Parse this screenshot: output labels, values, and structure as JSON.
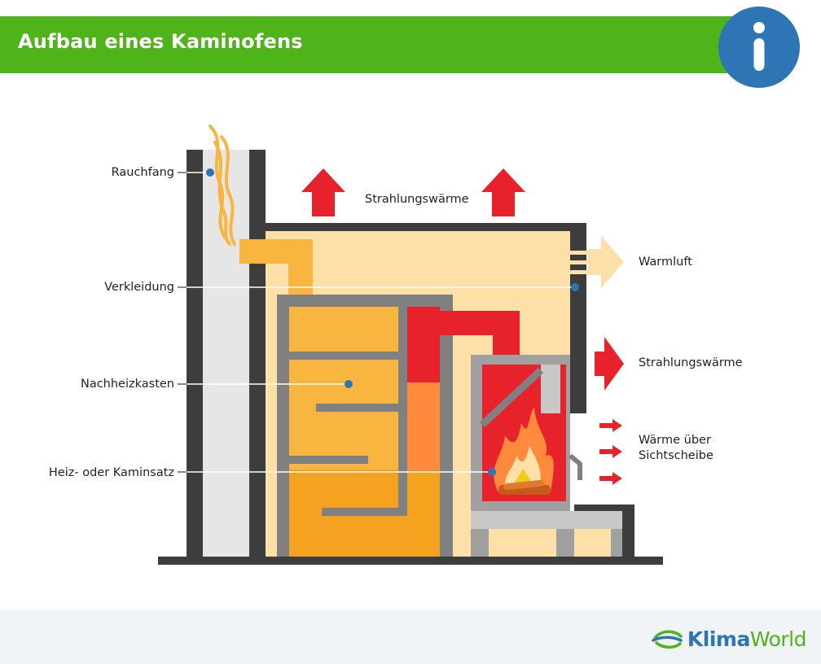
{
  "header": {
    "title": "Aufbau eines Kaminofens"
  },
  "labels": {
    "rauchfang": "Rauchfang",
    "verkleidung": "Verkleidung",
    "nachheizkasten": "Nachheizkasten",
    "heizsatz": "Heiz- oder Kaminsatz",
    "strahlung_top": "Strahlungswärme",
    "warmluft": "Warmluft",
    "strahlung_right": "Strahlungswärme",
    "waerme_line1": "Wärme über",
    "waerme_line2": "Sichtscheibe"
  },
  "brand": {
    "part1": "Klima",
    "part2": "World"
  },
  "icons": [
    "info-icon",
    "flame-icon",
    "smoke-icon",
    "brand-logo-icon"
  ],
  "colors": {
    "header_green": "#4fb31a",
    "info_blue": "#2e75b6",
    "wall_dark": "#3d3d3d",
    "chimney_fill": "#e6e6e6",
    "casing_fill": "#fde0a8",
    "box_fill": "#f8b540",
    "box_steel": "#808080",
    "hot_red": "#e8222b",
    "warm_orange": "#ff8a3d",
    "warmluft_arrow": "#fde0a8"
  }
}
